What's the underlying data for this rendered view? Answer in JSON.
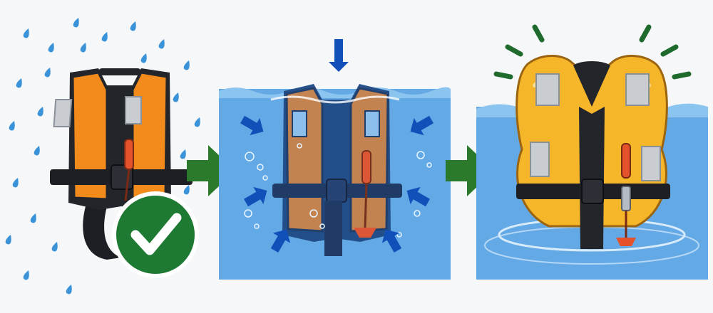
{
  "panels": [
    {
      "id": "rain",
      "state": "dry-in-rain",
      "icon": "checkmark-icon"
    },
    {
      "id": "submerged",
      "state": "underwater-pressure",
      "icon": "pressure-arrows-icon"
    },
    {
      "id": "inflated",
      "state": "inflated-floating",
      "icon": "burst-lines-icon"
    }
  ],
  "flow_arrows": [
    "flow-arrow-icon",
    "flow-arrow-icon"
  ],
  "colors": {
    "background": "#f6f7f9",
    "rain_drop": "#3a93d8",
    "water": "#63a9e6",
    "water_light": "#8cc4f0",
    "water_dark": "#3f86cf",
    "vest_orange": "#f28a1c",
    "vest_yellow": "#f6b62a",
    "vest_dark": "#22252a",
    "strap": "#1d1f24",
    "reflector": "#c9cdd2",
    "trigger_red": "#e4522c",
    "check_green": "#1e7a33",
    "flow_green": "#2b7a2b",
    "pressure_blue": "#1150b8",
    "burst_green": "#1f6b2e"
  }
}
